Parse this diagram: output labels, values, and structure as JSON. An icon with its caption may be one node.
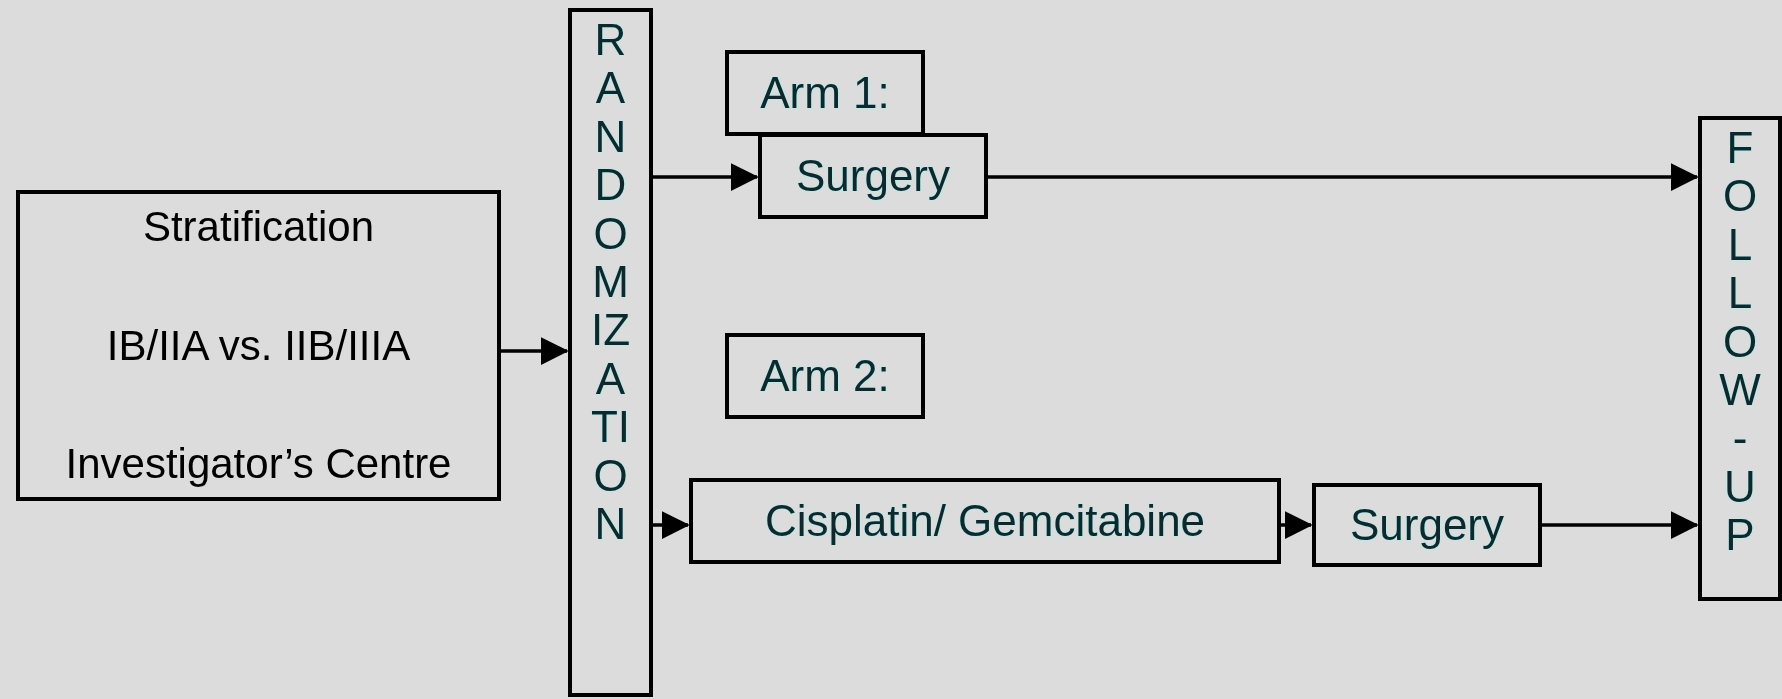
{
  "diagram": {
    "nodes": [
      {
        "text": [
          "Stratification",
          "IB/IIA vs. IIB/IIIA",
          "Investigator’s Centre"
        ]
      },
      {
        "text": [
          "RANDOMIZATION"
        ]
      },
      {
        "text": [
          "Arm 1:"
        ]
      },
      {
        "text": [
          "Surgery"
        ]
      },
      {
        "text": [
          "Arm 2:"
        ]
      },
      {
        "text": [
          "Cisplatin/ Gemcitabine"
        ]
      },
      {
        "text": [
          "Surgery"
        ]
      },
      {
        "text": [
          "FOLLOW-UP"
        ]
      }
    ],
    "edges": [
      {
        "from": 0,
        "to": 1,
        "arrow": "to"
      },
      {
        "from": 1,
        "to": 3,
        "arrow": "to"
      },
      {
        "from": 3,
        "to": 7,
        "arrow": "to"
      },
      {
        "from": 1,
        "to": 5,
        "arrow": "to"
      },
      {
        "from": 5,
        "to": 6,
        "arrow": "to"
      },
      {
        "from": 6,
        "to": 7,
        "arrow": "to"
      }
    ]
  }
}
